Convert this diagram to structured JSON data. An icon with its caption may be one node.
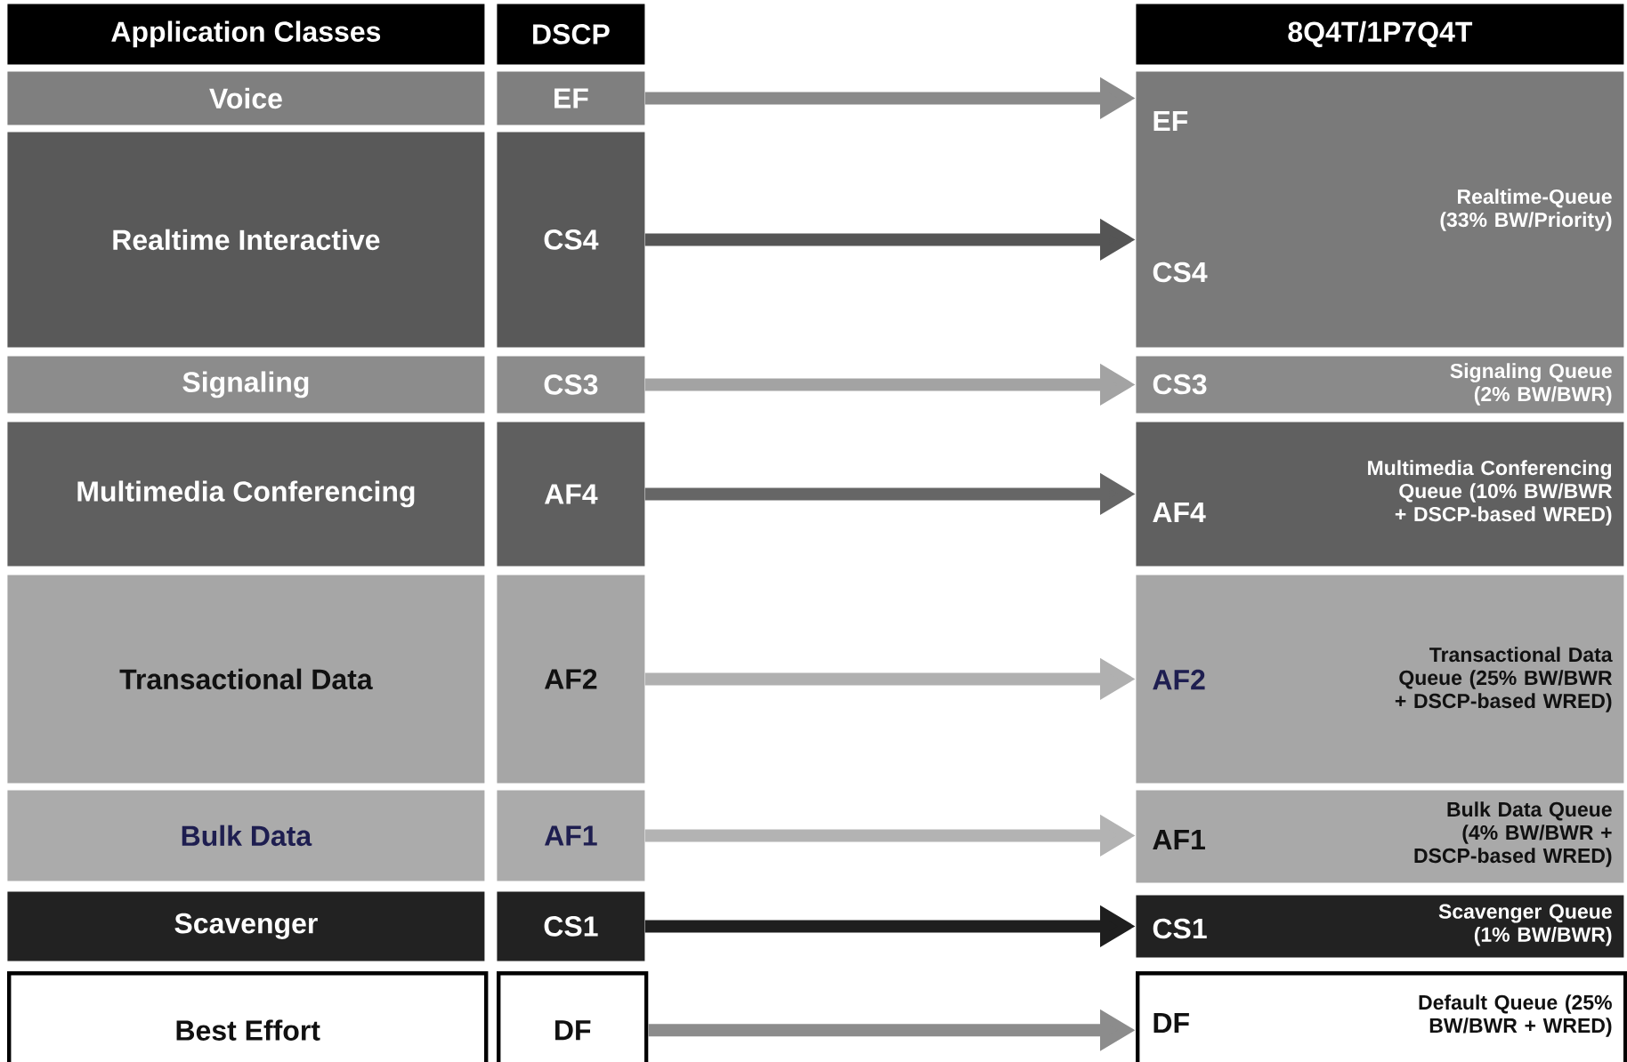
{
  "diagram": {
    "nodes": [
      {
        "text": [
          "Application Classes"
        ]
      },
      {
        "text": [
          "DSCP"
        ]
      },
      {
        "text": [
          "8Q4T/1P7Q4T"
        ]
      },
      {
        "text": [
          "Voice"
        ]
      },
      {
        "text": [
          "EF"
        ]
      },
      {
        "text": [
          "Realtime Interactive"
        ]
      },
      {
        "text": [
          "CS4"
        ]
      },
      {
        "text": [
          "Signaling"
        ]
      },
      {
        "text": [
          "CS3"
        ]
      },
      {
        "text": [
          "Multimedia Conferencing"
        ]
      },
      {
        "text": [
          "AF4"
        ]
      },
      {
        "text": [
          "Transactional Data"
        ]
      },
      {
        "text": [
          "AF2"
        ]
      },
      {
        "text": [
          "Bulk Data"
        ]
      },
      {
        "text": [
          "AF1"
        ]
      },
      {
        "text": [
          "Scavenger"
        ]
      },
      {
        "text": [
          "CS1"
        ]
      },
      {
        "text": [
          "Best Effort"
        ]
      },
      {
        "text": [
          "DF"
        ]
      },
      {
        "text": [
          "EF",
          "CS4",
          "Realtime-Queue (33% BW/Priority)"
        ]
      },
      {
        "text": [
          "CS3",
          "Signaling Queue (2% BW/BWR)"
        ]
      },
      {
        "text": [
          "AF4",
          "Multimedia Conferencing Queue (10% BW/BWR + DSCP-based WRED)"
        ]
      },
      {
        "text": [
          "AF2",
          "Transactional Data Queue (25% BW/BWR + DSCP-based WRED)"
        ]
      },
      {
        "text": [
          "AF1",
          "Bulk Data Queue (4% BW/BWR + DSCP-based WRED)"
        ]
      },
      {
        "text": [
          "CS1",
          "Scavenger Queue (1% BW/BWR)"
        ]
      },
      {
        "text": [
          "DF",
          "Default Queue (25% BW/BWR + WRED)"
        ]
      }
    ],
    "edges": [
      {
        "from": 4,
        "to": 19,
        "arrow": "to",
        "color": "#8a8a8a"
      },
      {
        "from": 6,
        "to": 19,
        "arrow": "to",
        "color": "#555555"
      },
      {
        "from": 8,
        "to": 20,
        "arrow": "to",
        "color": "#a3a3a3"
      },
      {
        "from": 10,
        "to": 21,
        "arrow": "to",
        "color": "#666666"
      },
      {
        "from": 12,
        "to": 22,
        "arrow": "to",
        "color": "#b0b0b0"
      },
      {
        "from": 14,
        "to": 23,
        "arrow": "to",
        "color": "#b3b3b3"
      },
      {
        "from": 16,
        "to": 24,
        "arrow": "to",
        "color": "#1e1e1e"
      },
      {
        "from": 18,
        "to": 25,
        "arrow": "to",
        "color": "#8c8c8c"
      }
    ]
  }
}
